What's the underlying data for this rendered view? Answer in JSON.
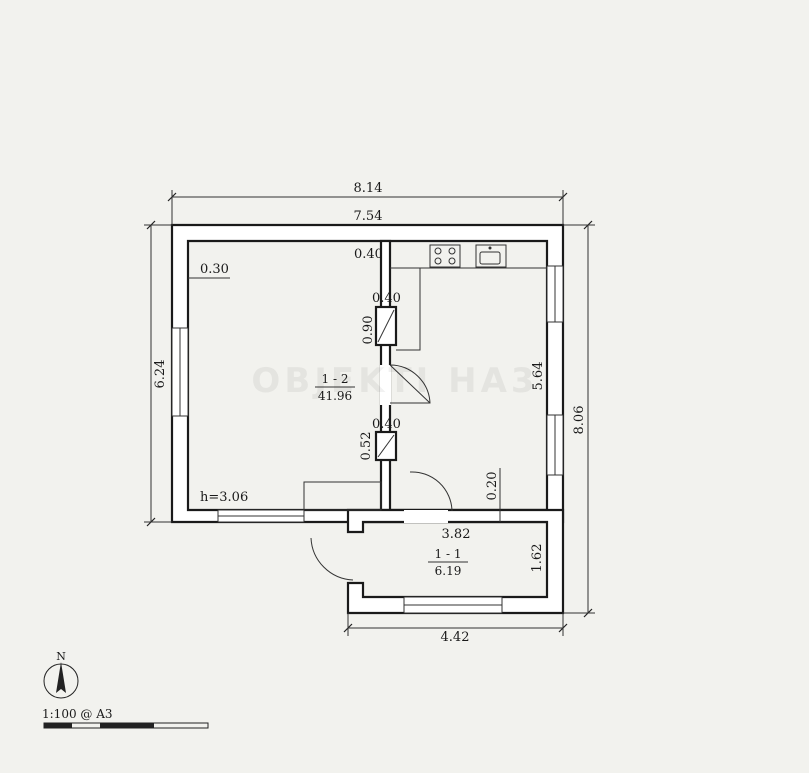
{
  "dimensions": {
    "overall_width": "8.14",
    "inner_width": "7.54",
    "left_height": "6.24",
    "right_height": "8.06",
    "right_room_height": "5.64",
    "wall_0_40_top": "0.40",
    "wall_0_30": "0.30",
    "chimney_0_40_top": "0.40",
    "chimney_0_90": "0.90",
    "chimney_0_40_bottom": "0.40",
    "chimney_0_52": "0.52",
    "wall_0_20": "0.20",
    "vestibule_width_inner": "3.82",
    "vestibule_height": "1.62",
    "vestibule_width": "4.42"
  },
  "rooms": [
    {
      "id": "1 - 2",
      "area": "41.96"
    },
    {
      "id": "1 - 1",
      "area": "6.19"
    }
  ],
  "ceiling_height": "h=3.06",
  "watermark": "OBJEKTI HA3",
  "compass": {
    "north": "N"
  },
  "scale_label": "1:100 @ A3"
}
